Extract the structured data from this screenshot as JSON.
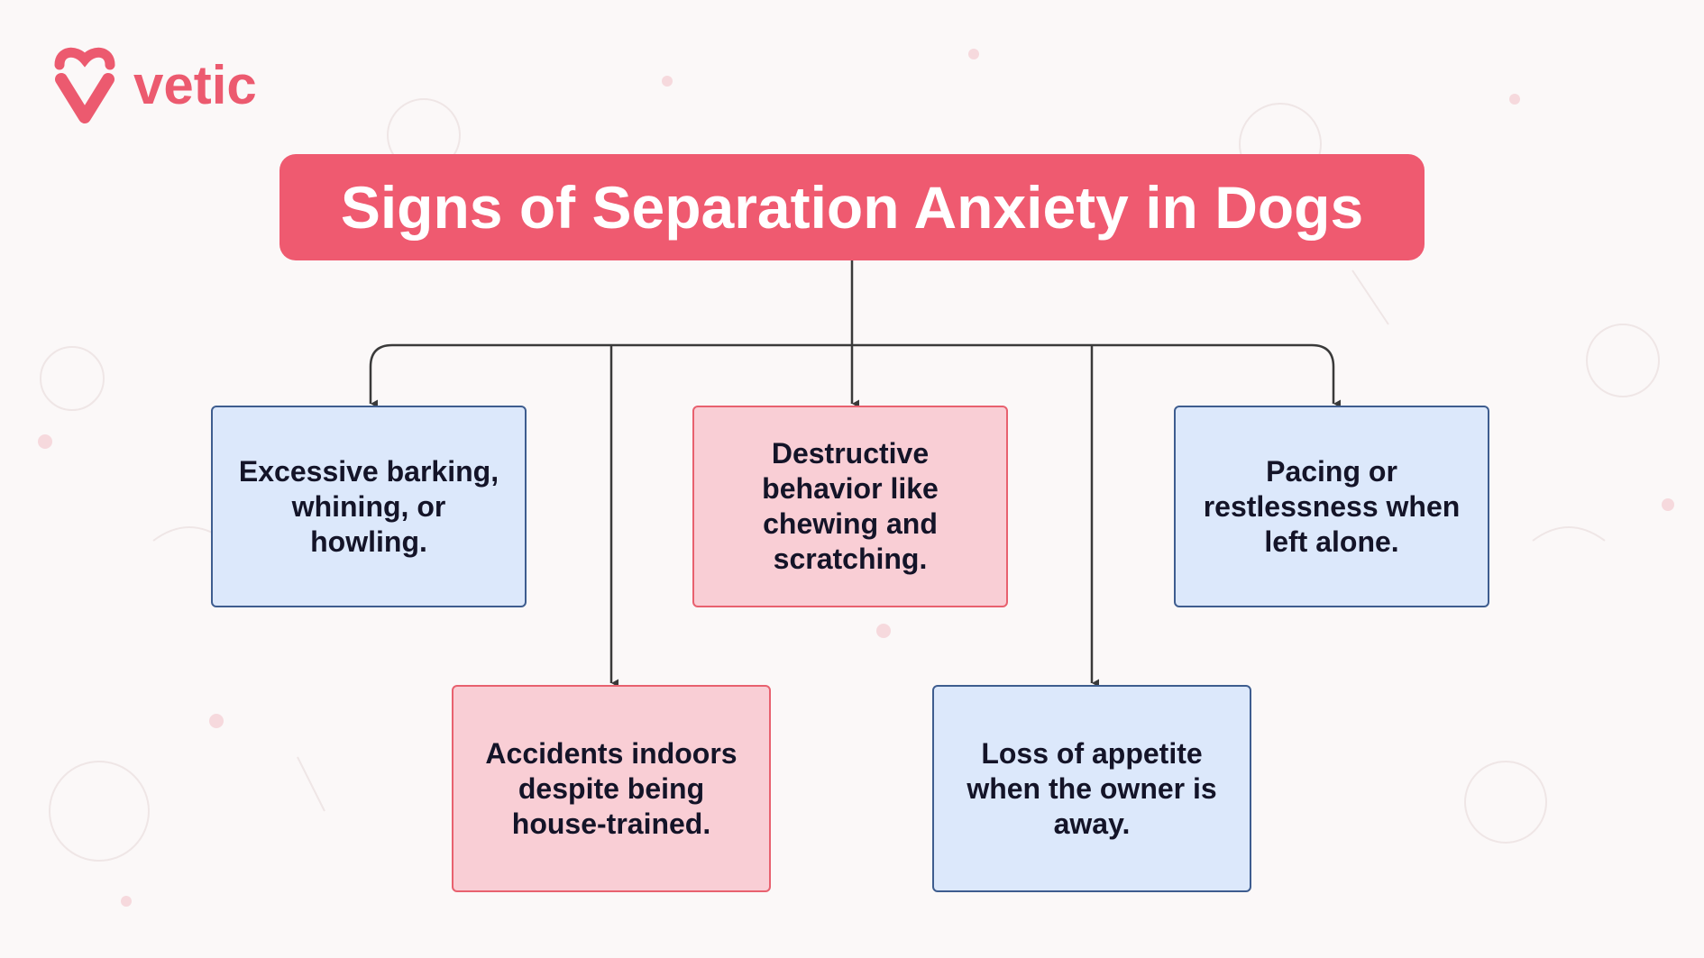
{
  "brand": {
    "name": "vetic",
    "color": "#ec5a6f"
  },
  "title": "Signs of Separation Anxiety in Dogs",
  "signs": [
    {
      "text": "Excessive barking, whining, or howling.",
      "color": "blue"
    },
    {
      "text": "Destructive behavior like chewing and scratching.",
      "color": "pink"
    },
    {
      "text": "Pacing or restlessness when left alone.",
      "color": "blue"
    },
    {
      "text": "Accidents indoors despite being house-trained.",
      "color": "pink"
    },
    {
      "text": "Loss of appetite when the owner is away.",
      "color": "blue"
    }
  ]
}
